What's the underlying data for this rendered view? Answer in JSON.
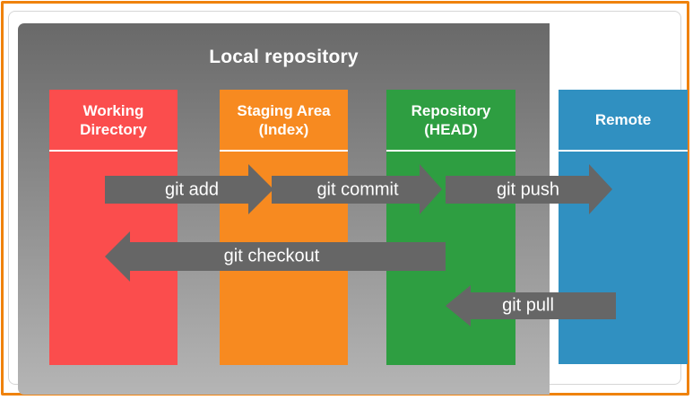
{
  "slide": {
    "group_title": "Local repository",
    "columns": [
      {
        "name": "Working Directory",
        "line1": "Working",
        "line2": "Directory",
        "color": "#fb4d4d"
      },
      {
        "name": "Staging Area (Index)",
        "line1": "Staging Area",
        "line2": "(Index)",
        "color": "#f78a20"
      },
      {
        "name": "Repository (HEAD)",
        "line1": "Repository",
        "line2": "(HEAD)",
        "color": "#2e9e41"
      },
      {
        "name": "Remote",
        "line1": "Remote",
        "color": "#3090c1"
      }
    ],
    "arrows": [
      {
        "label": "git add",
        "direction": "right",
        "from": "Working Directory",
        "to": "Staging Area (Index)"
      },
      {
        "label": "git commit",
        "direction": "right",
        "from": "Staging Area (Index)",
        "to": "Repository (HEAD)"
      },
      {
        "label": "git push",
        "direction": "right",
        "from": "Repository (HEAD)",
        "to": "Remote"
      },
      {
        "label": "git checkout",
        "direction": "left",
        "from": "Repository (HEAD)",
        "to": "Working Directory"
      },
      {
        "label": "git pull",
        "direction": "left",
        "from": "Remote",
        "to": "Repository (HEAD)"
      }
    ],
    "colors": {
      "arrow": "#666666",
      "frame_border": "#ef820d",
      "canvas_gradient_top": "#696969",
      "canvas_gradient_bottom": "#b5b5b5",
      "text": "#ffffff"
    }
  }
}
